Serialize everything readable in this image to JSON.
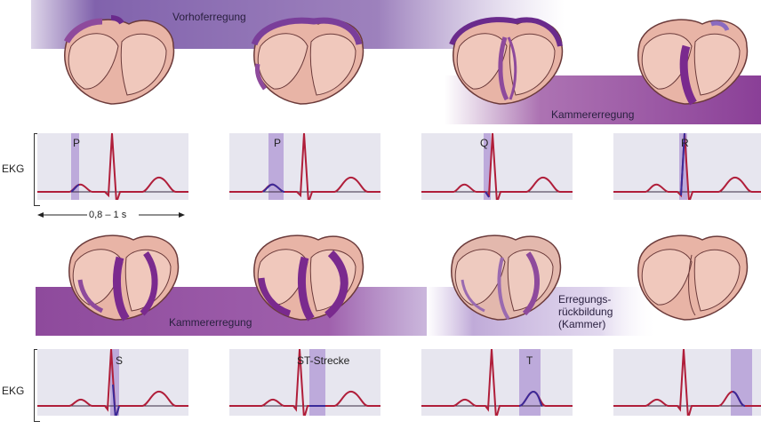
{
  "bands": {
    "atrial": "Vorhoferregung",
    "ventricular_top": "Kammererregung",
    "ventricular_bottom": "Kammererregung",
    "recovery": "Erregungs-\nrückbildung\n(Kammer)"
  },
  "ekg_label_top": "EKG",
  "ekg_label_bottom": "EKG",
  "duration": "0,8 – 1 s",
  "panels_top": [
    {
      "label": "P"
    },
    {
      "label": "P"
    },
    {
      "label": "Q"
    },
    {
      "label": "R"
    }
  ],
  "panels_bottom": [
    {
      "label": "S"
    },
    {
      "label": "ST-Strecke"
    },
    {
      "label": "T"
    },
    {
      "label": ""
    }
  ],
  "colors": {
    "band_purple": "#8c6bb1",
    "deep_purple": "#6a2a8c",
    "ekg_red": "#b01e3a",
    "ekg_blue": "#3a2a9a",
    "highlight": "#b39bd6",
    "panel_bg": "#e7e6ef",
    "heart_skin": "#e8b4a6",
    "heart_outline": "#6b3a3a"
  }
}
